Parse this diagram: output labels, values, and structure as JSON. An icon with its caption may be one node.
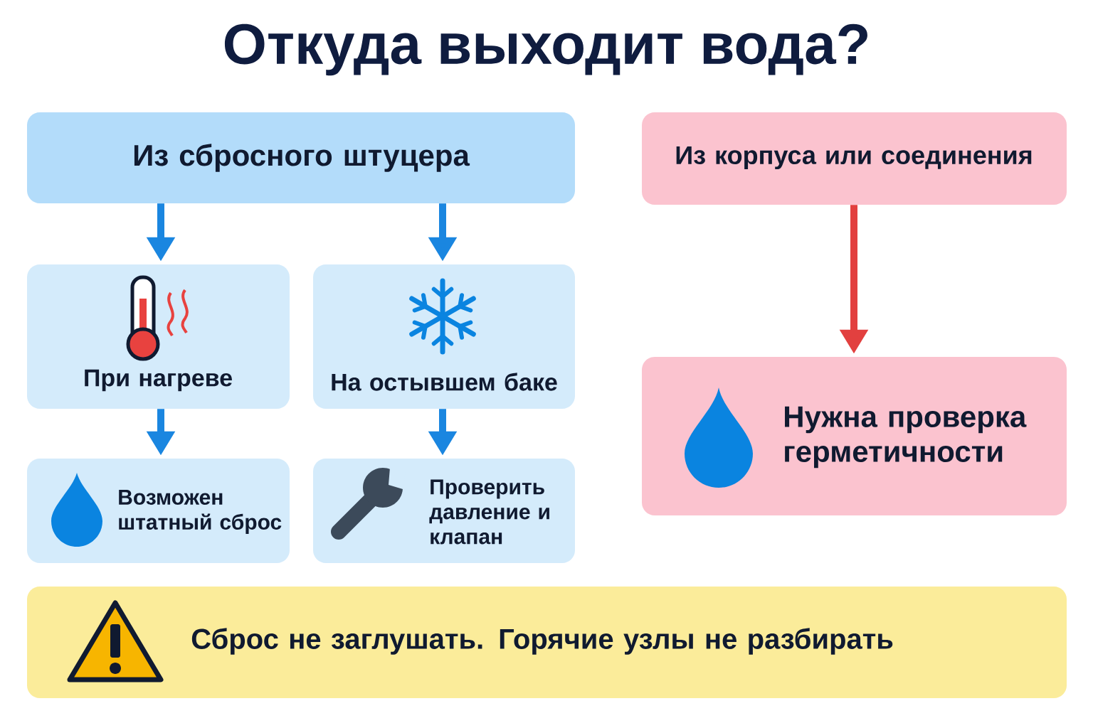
{
  "diagram": {
    "title": "Откуда выходит вода?",
    "nodes": [
      {
        "text": [
          "Из сбросного штуцера"
        ]
      },
      {
        "text": [
          "При нагреве"
        ]
      },
      {
        "text": [
          "На остывшем баке"
        ]
      },
      {
        "text": [
          "Возможен штатный сброс"
        ]
      },
      {
        "text": [
          "Проверить давление и клапан"
        ]
      },
      {
        "text": [
          "Из корпуса или соединения"
        ]
      },
      {
        "text": [
          "Нужна проверка герметичности"
        ]
      },
      {
        "text": [
          "Сброс не заглушать. Горячие узлы не разбирать"
        ]
      }
    ],
    "edges": [
      {
        "from": 0,
        "to": 1,
        "arrow": "to"
      },
      {
        "from": 0,
        "to": 2,
        "arrow": "to"
      },
      {
        "from": 1,
        "to": 3,
        "arrow": "to"
      },
      {
        "from": 2,
        "to": 4,
        "arrow": "to"
      },
      {
        "from": 5,
        "to": 6,
        "arrow": "to",
        "color": "#e2403f"
      }
    ]
  }
}
